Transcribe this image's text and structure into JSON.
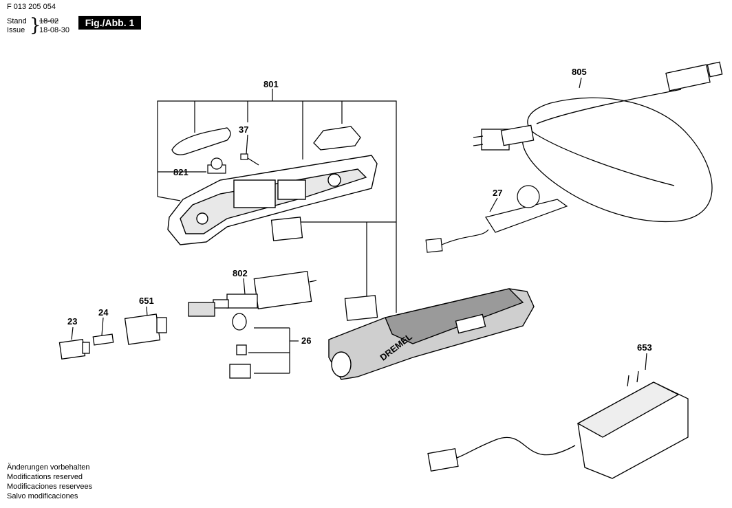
{
  "header": {
    "doc_number": "F 013 205 054",
    "stand_label": "Stand",
    "issue_label": "Issue",
    "stand_date": "18-02",
    "issue_date": "18-08-30",
    "figure_label": "Fig./Abb. 1"
  },
  "callouts": {
    "p801": "801",
    "p37": "37",
    "p821": "821",
    "p805": "805",
    "p27": "27",
    "p802": "802",
    "p651": "651",
    "p24": "24",
    "p23": "23",
    "p26": "26",
    "p653": "653"
  },
  "brand_text": "DREMEL",
  "footer_notes": [
    "Änderungen vorbehalten",
    "Modifications reserved",
    "Modificaciones reservees",
    "Salvo modificaciones"
  ]
}
